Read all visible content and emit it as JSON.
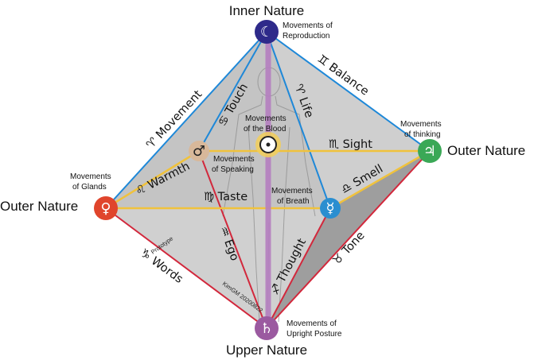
{
  "nodes": {
    "inner": {
      "title": "Inner Nature",
      "symbol": "☾",
      "caption": [
        "Movements of",
        "Reproduction"
      ]
    },
    "outer_right": {
      "title": "Outer Nature",
      "symbol": "♃",
      "caption": [
        "Movements",
        "of thinking"
      ]
    },
    "outer_left": {
      "title": "Outer Nature",
      "symbol": "♀",
      "caption": [
        "Movements",
        "of Glands"
      ]
    },
    "upper": {
      "title": "Upper Nature",
      "symbol": "♄",
      "caption": [
        "Movements of",
        "Upright Posture"
      ]
    },
    "mercury": {
      "symbol": "☿",
      "caption": [
        "Movements",
        "of Breath"
      ]
    },
    "mars": {
      "symbol": "♂",
      "caption": [
        "Movements",
        "of Speaking"
      ]
    },
    "sun": {
      "symbol": "☉",
      "caption": [
        "Movements",
        "of the Blood"
      ]
    }
  },
  "senses": {
    "movement": "♈ Movement",
    "touch": "♋ Touch",
    "life": "♈ Life",
    "balance": "♊ Balance",
    "warmth": "♌ Warmth",
    "sight": "♏ Sight",
    "taste": "♍ Taste",
    "smell": "♎ Smell",
    "ego": "♒ Ego",
    "thought": "♐ Thought",
    "tone": "♉ Tone",
    "words": "♑ Words"
  },
  "small_text": {
    "prototype": "Prototype",
    "credit": "KimGM 20200822"
  },
  "colors": {
    "edge_blue": "#1e88d8",
    "edge_red": "#d2283c",
    "edge_yellow": "#f0c23c",
    "spine": "#b57fc0",
    "moon": "#2e2a8a",
    "jupiter": "#3aa856",
    "venus": "#e0452c",
    "saturn": "#9b5aa0",
    "mercury": "#2a8ed0",
    "mars": "#d8b89a",
    "sun": "#f3cf59"
  }
}
